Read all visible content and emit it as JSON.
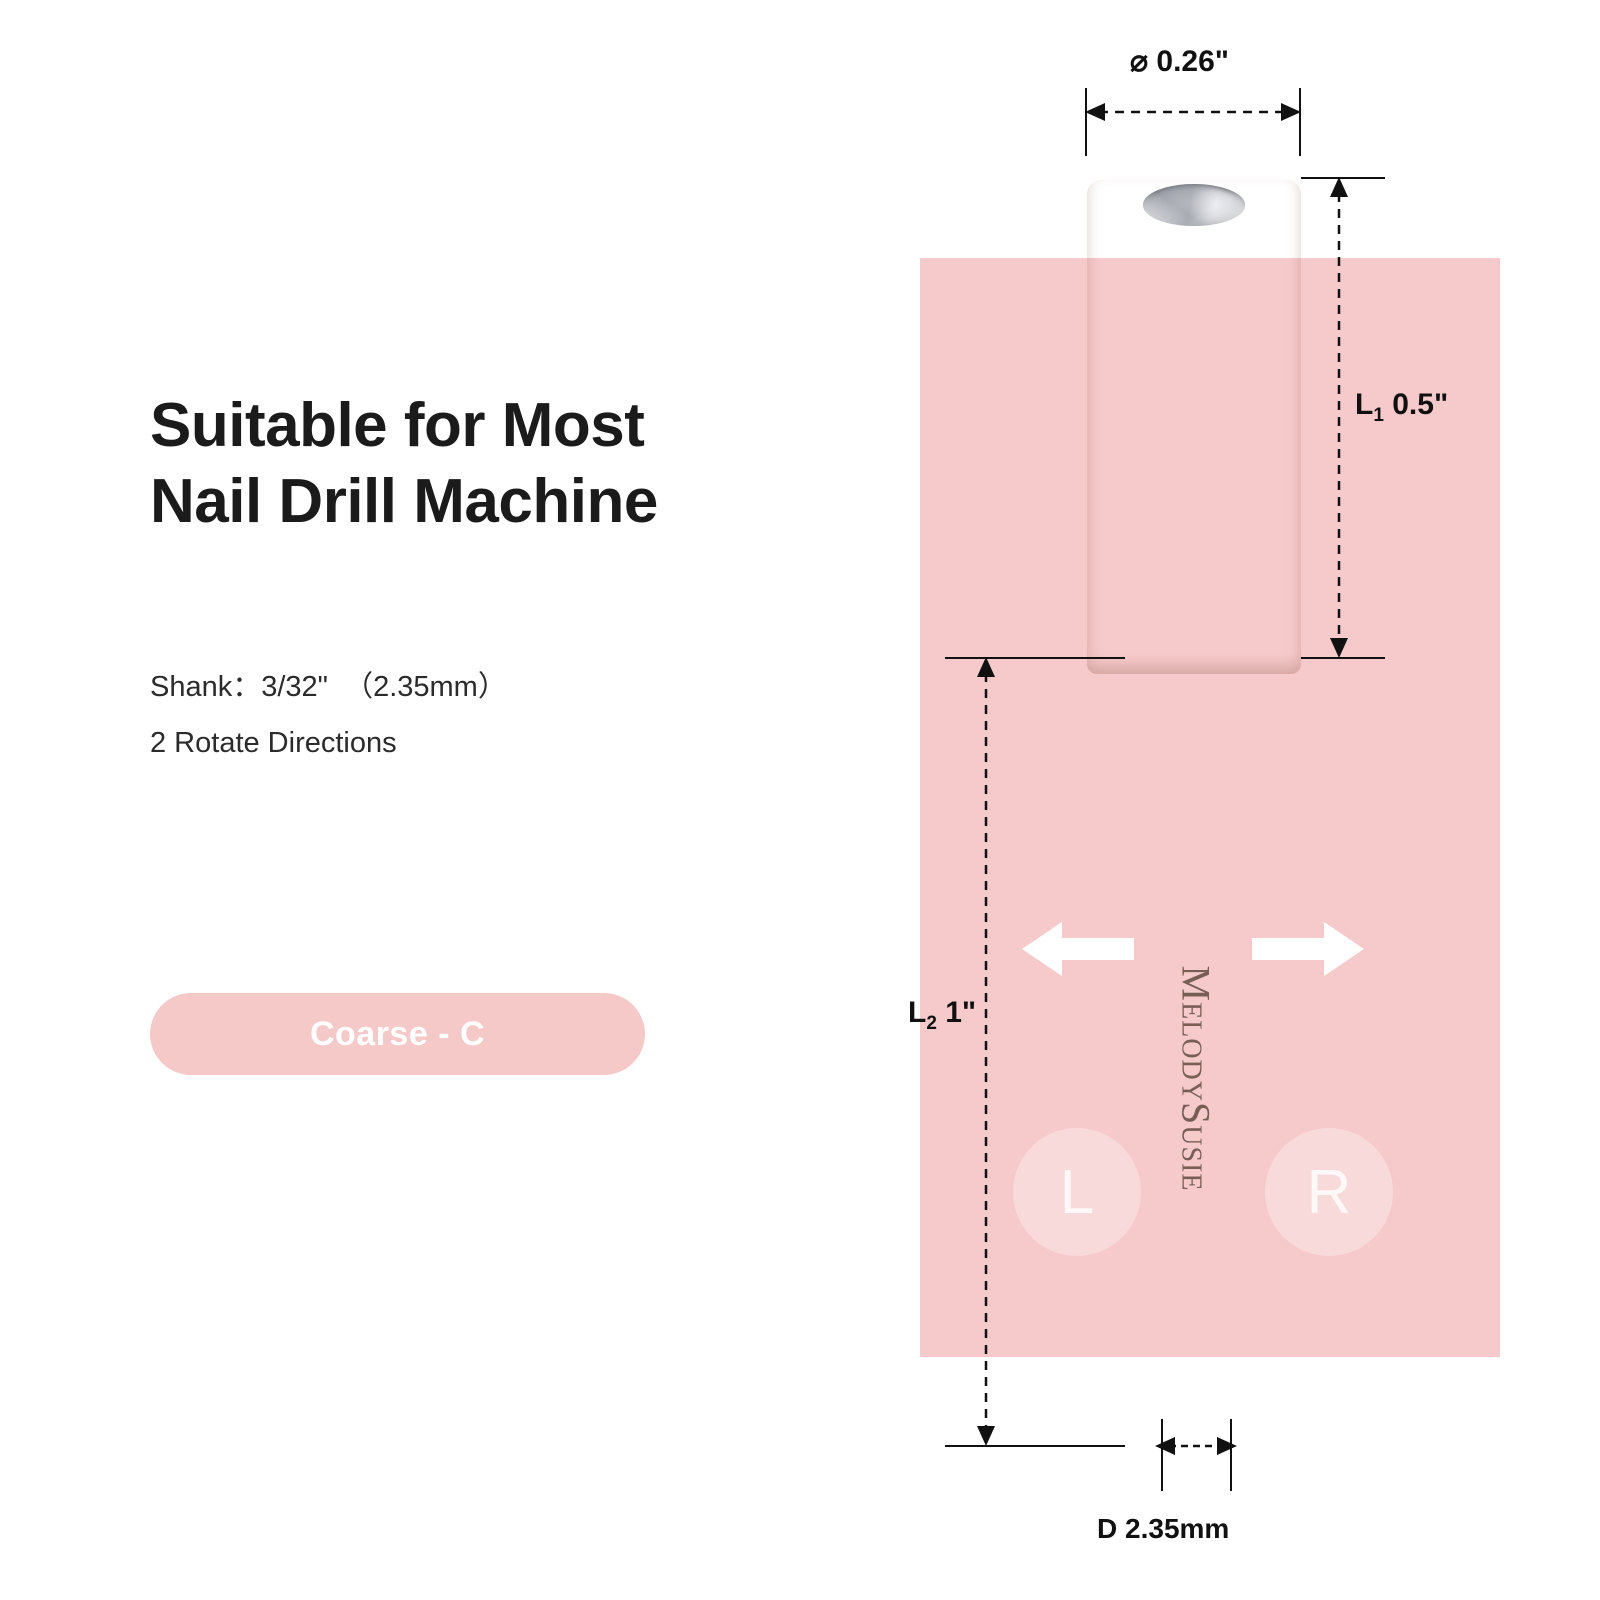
{
  "headline": "Suitable for Most\nNail Drill Machine",
  "specs": {
    "shank": "Shank：3/32\"  （2.35mm）",
    "rotate": "2 Rotate Directions"
  },
  "grit_badge": {
    "label": "Coarse - C",
    "background": "#f6c9c9",
    "text_color": "#ffffff"
  },
  "diagram": {
    "panel_color": "#f6cacb",
    "product_brand": "MelodySusie",
    "dimensions": {
      "diameter": {
        "symbol": "⌀",
        "value": "0.26\""
      },
      "head_length": {
        "name": "L",
        "sub": "1",
        "value": "0.5\""
      },
      "shank_length": {
        "name": "L",
        "sub": "2",
        "value": "1\""
      },
      "shank_diameter": {
        "name": "D",
        "value": "2.35mm"
      }
    },
    "rotation": {
      "left_label": "L",
      "right_label": "R"
    }
  }
}
